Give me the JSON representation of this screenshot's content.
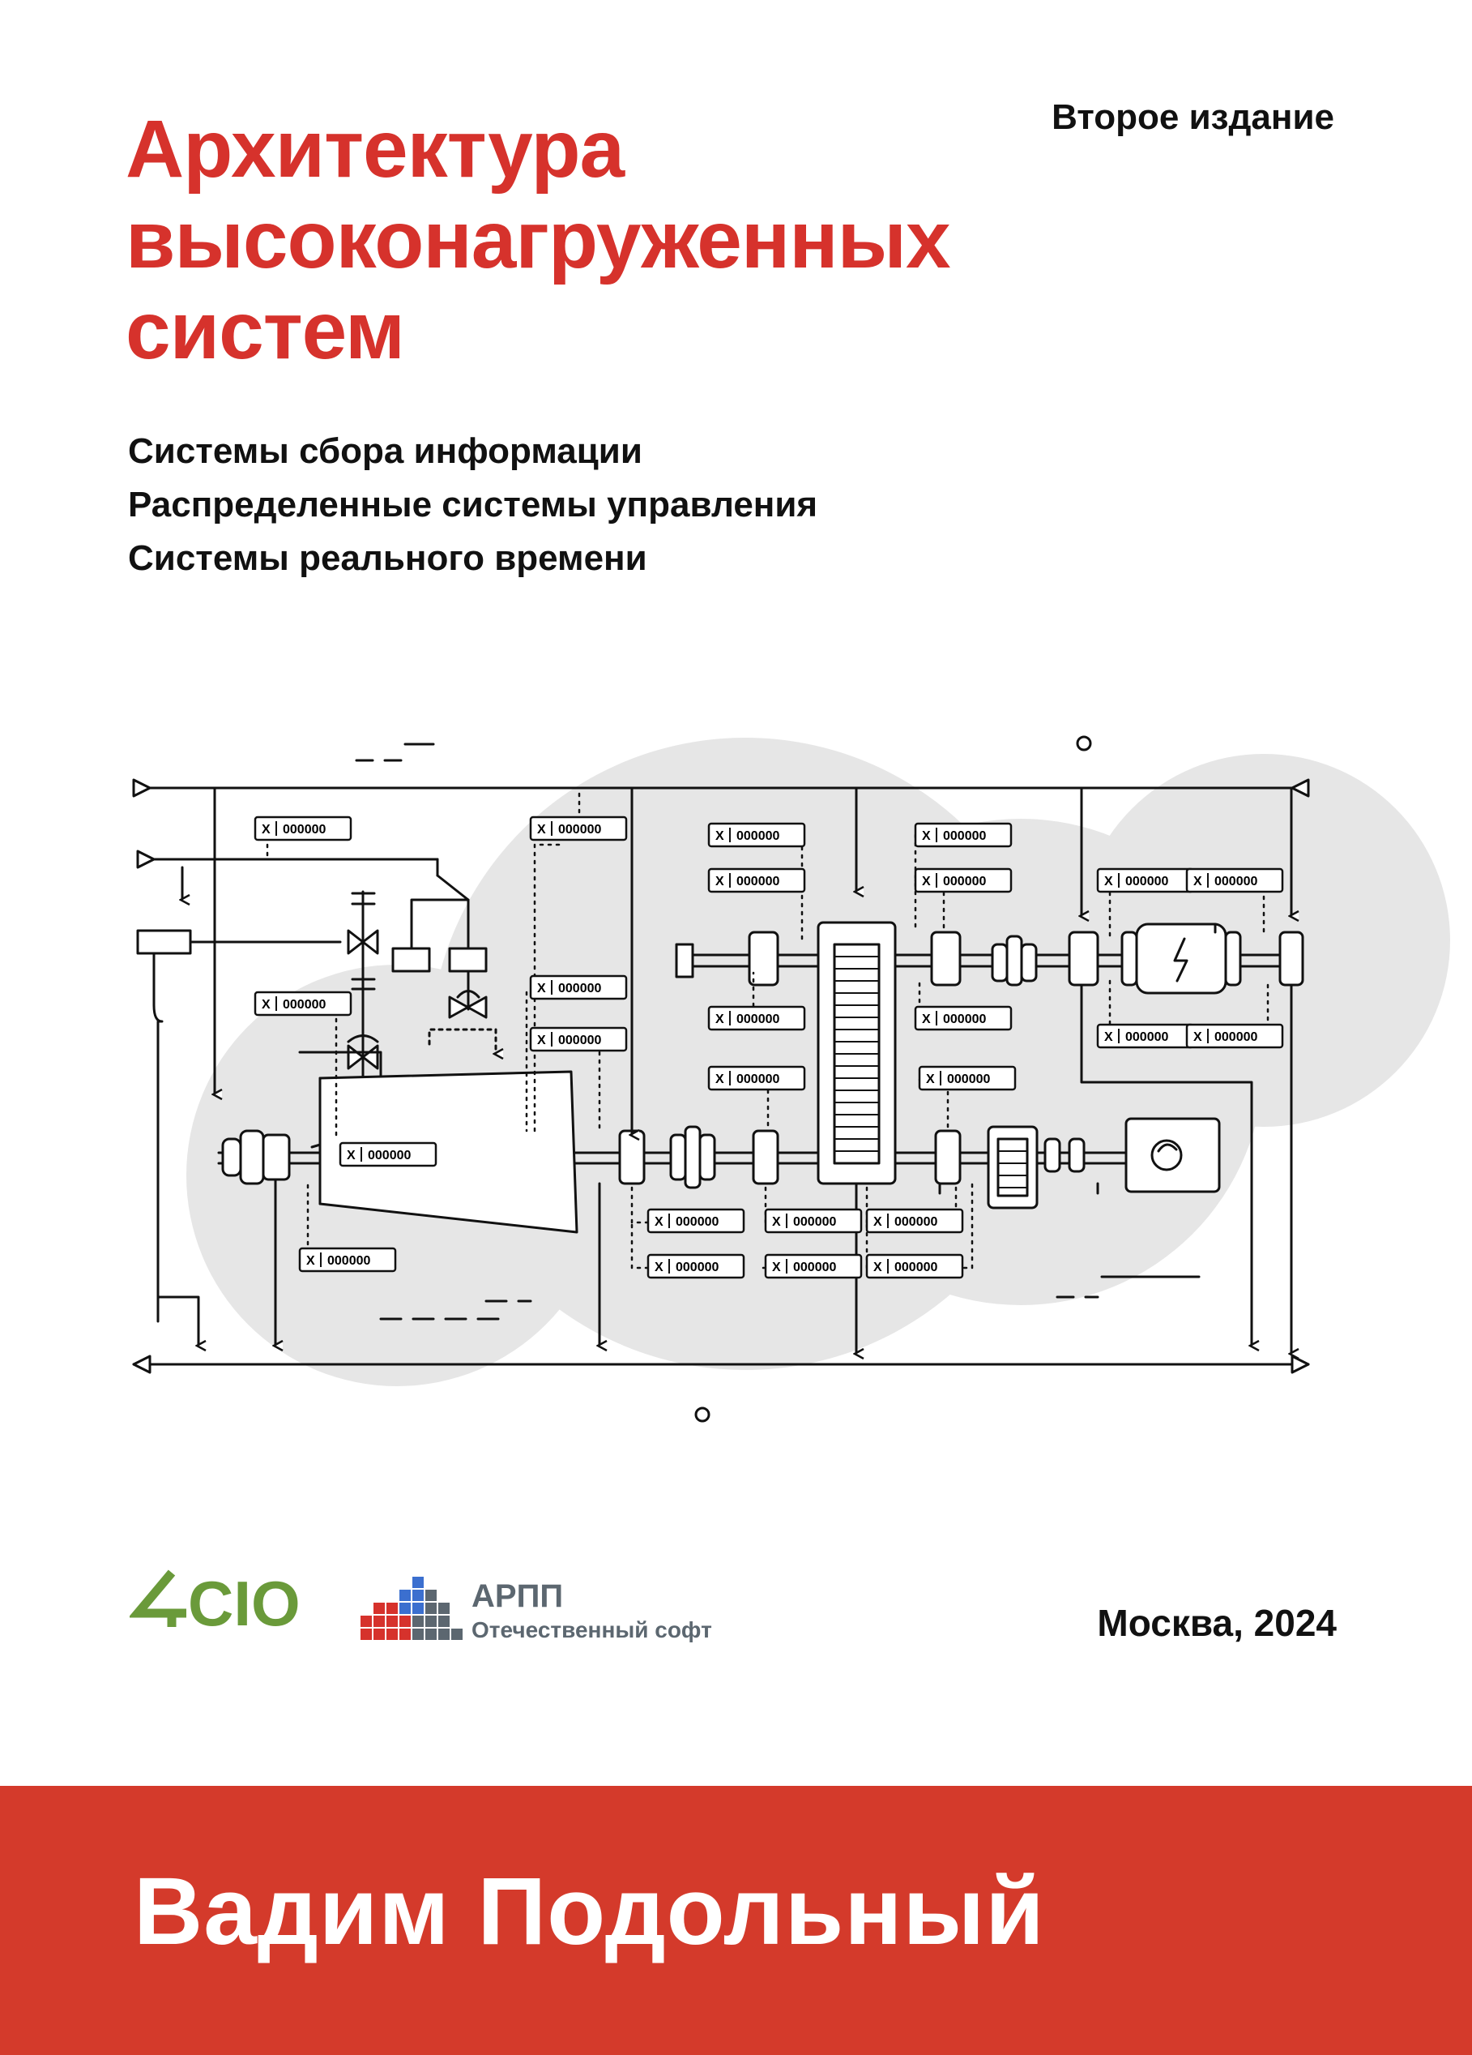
{
  "cover": {
    "title_lines": [
      "Архитектура",
      "высоконагруженных",
      "систем"
    ],
    "edition": "Второе издание",
    "subtitle_lines": [
      "Системы сбора информации",
      "Распределенные системы управления",
      "Системы реального времени"
    ],
    "place_year": "Москва, 2024",
    "author": "Вадим Подольный"
  },
  "diagram": {
    "tag_prefix": "X",
    "tag_value": "000000",
    "icons": [
      "valve-icon",
      "compressor-icon",
      "gear-icon",
      "motor-icon",
      "power-icon"
    ]
  },
  "publishers": {
    "logo_4cio": {
      "text": "CIO",
      "digit": "4"
    },
    "arpp": {
      "name": "АРПП",
      "tagline": "Отечественный софт"
    }
  },
  "colors": {
    "accent_red": "#d6322c",
    "band_red": "#d43a2b",
    "logo_green": "#6a9a3a",
    "arpp_red": "#d6322c",
    "arpp_blue": "#3b6fcf",
    "arpp_gray": "#5c6770",
    "diagram_bg": "#e6e6e6",
    "text": "#111111"
  }
}
